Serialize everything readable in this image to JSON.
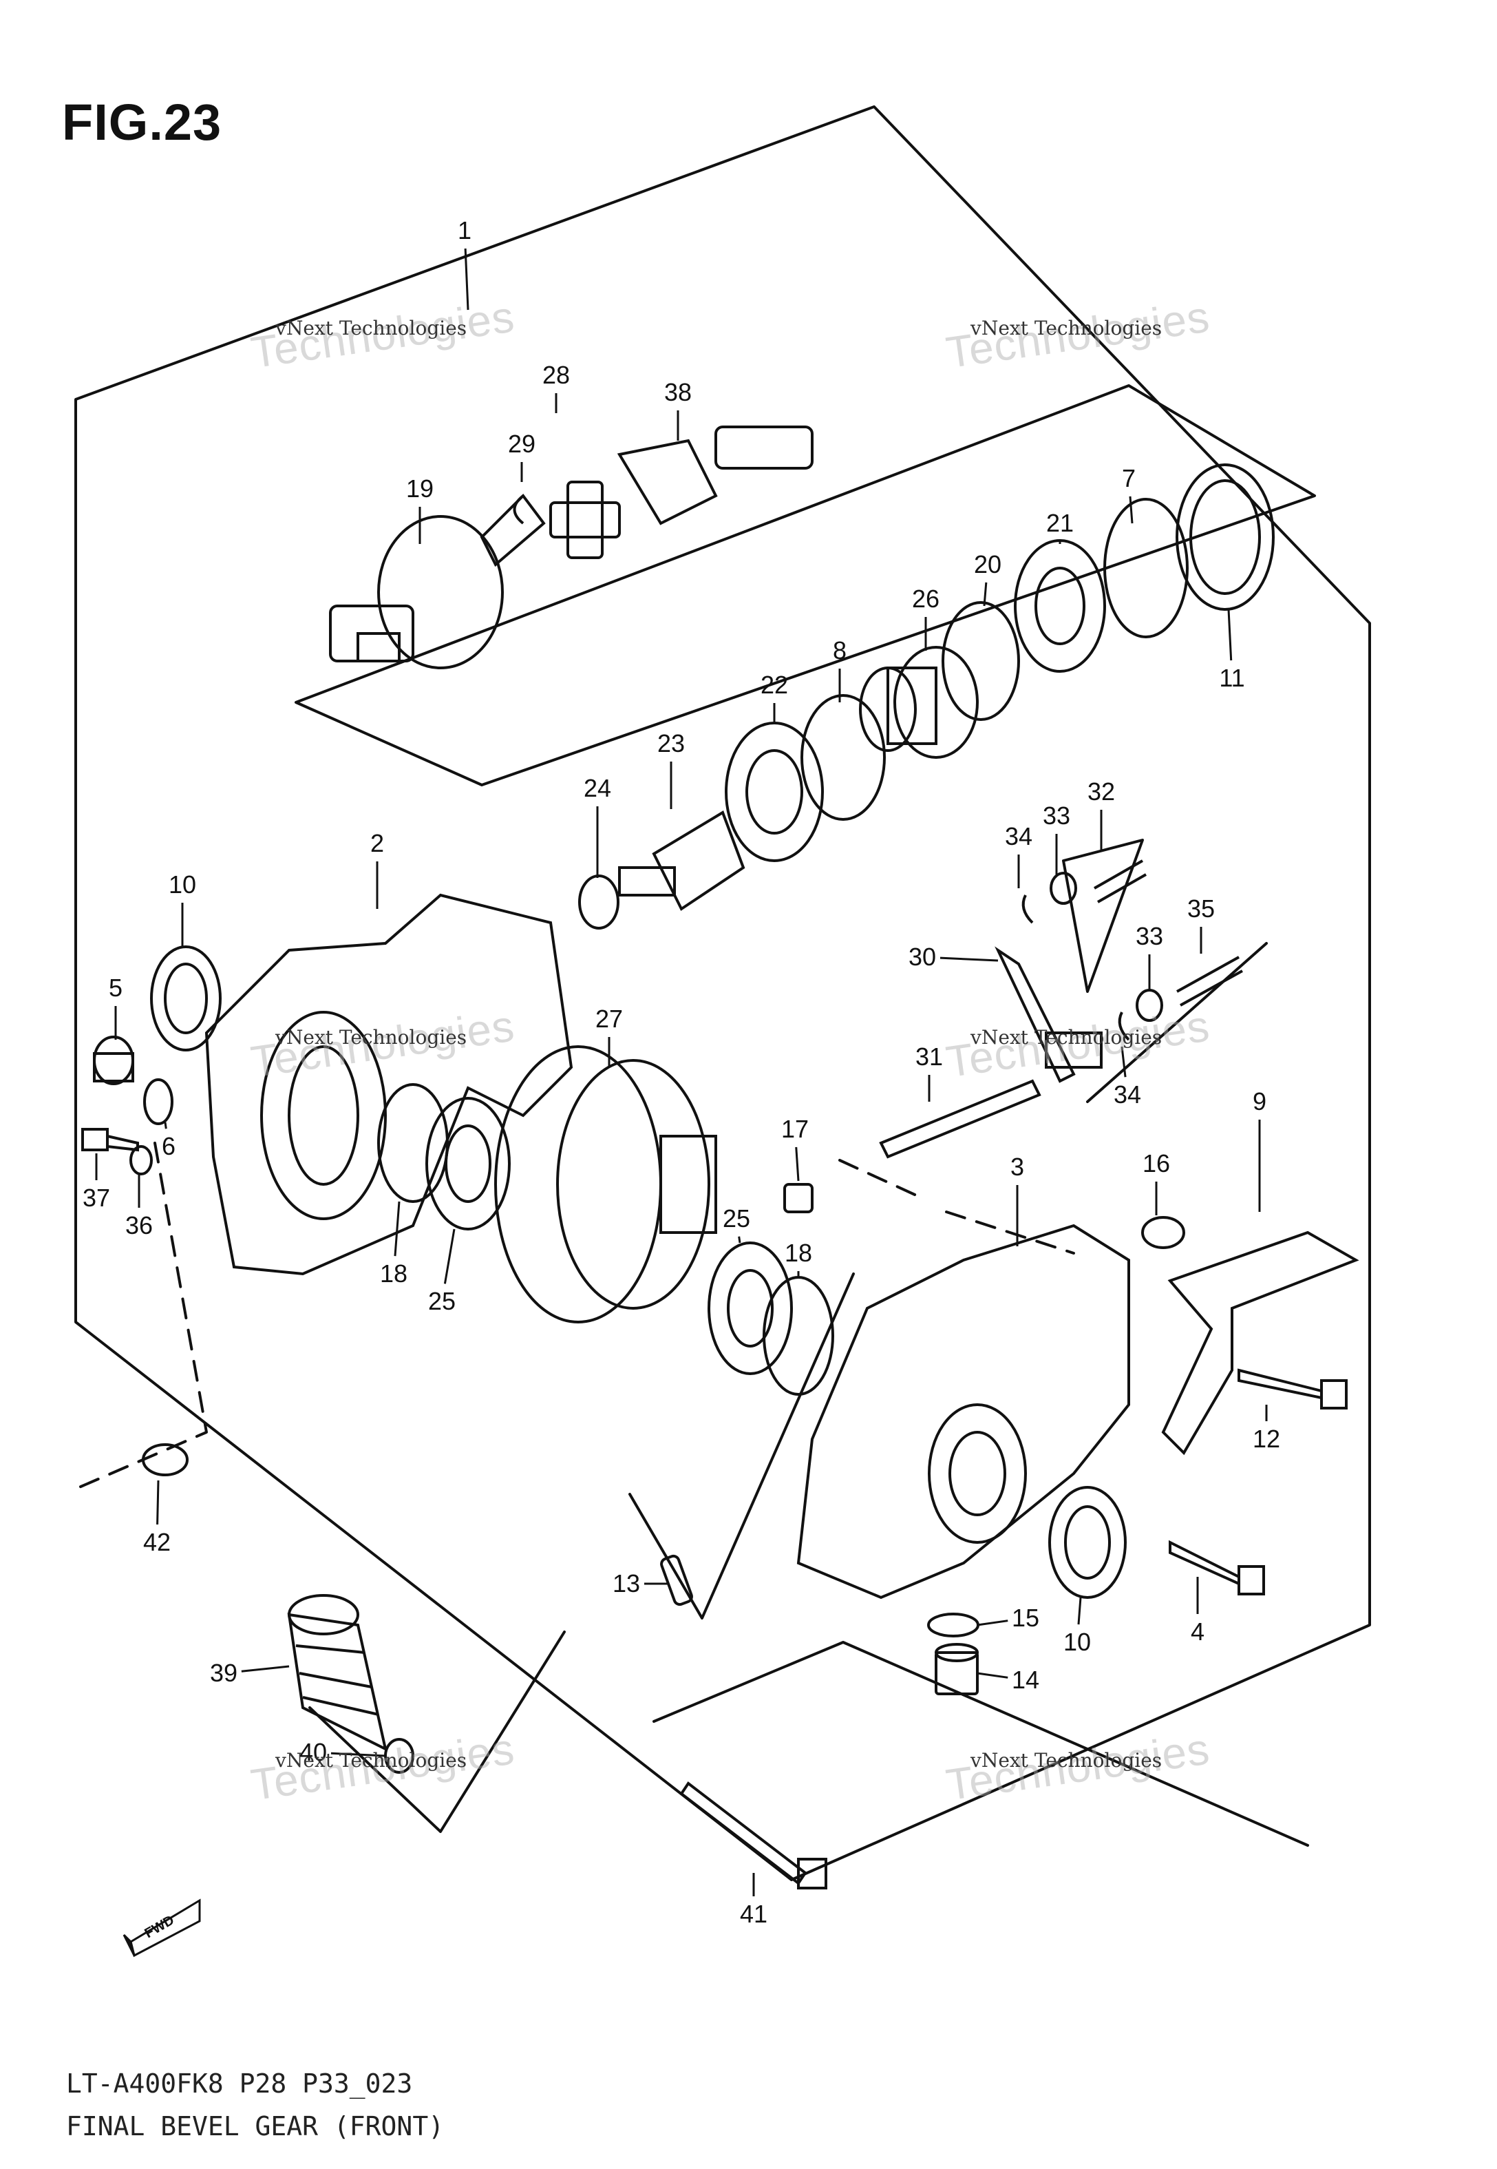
{
  "figure": {
    "title": "FIG.23",
    "model_line": "LT-A400FK8 P28 P33_023",
    "name_line": "FINAL BEVEL GEAR (FRONT)"
  },
  "watermark": {
    "small": "vNext Technologies",
    "big": "Technologies",
    "top": "vNext"
  },
  "fwd_label": "FWD",
  "callouts": [
    "1",
    "2",
    "3",
    "4",
    "5",
    "6",
    "7",
    "8",
    "9",
    "10",
    "10",
    "11",
    "12",
    "13",
    "14",
    "15",
    "16",
    "17",
    "18",
    "18",
    "19",
    "20",
    "21",
    "22",
    "23",
    "24",
    "25",
    "25",
    "26",
    "27",
    "28",
    "29",
    "30",
    "31",
    "32",
    "33",
    "33",
    "34",
    "34",
    "35",
    "36",
    "37",
    "38",
    "39",
    "40",
    "41",
    "42"
  ],
  "colors": {
    "line": "#111111",
    "watermark": "#aaaaaa"
  }
}
